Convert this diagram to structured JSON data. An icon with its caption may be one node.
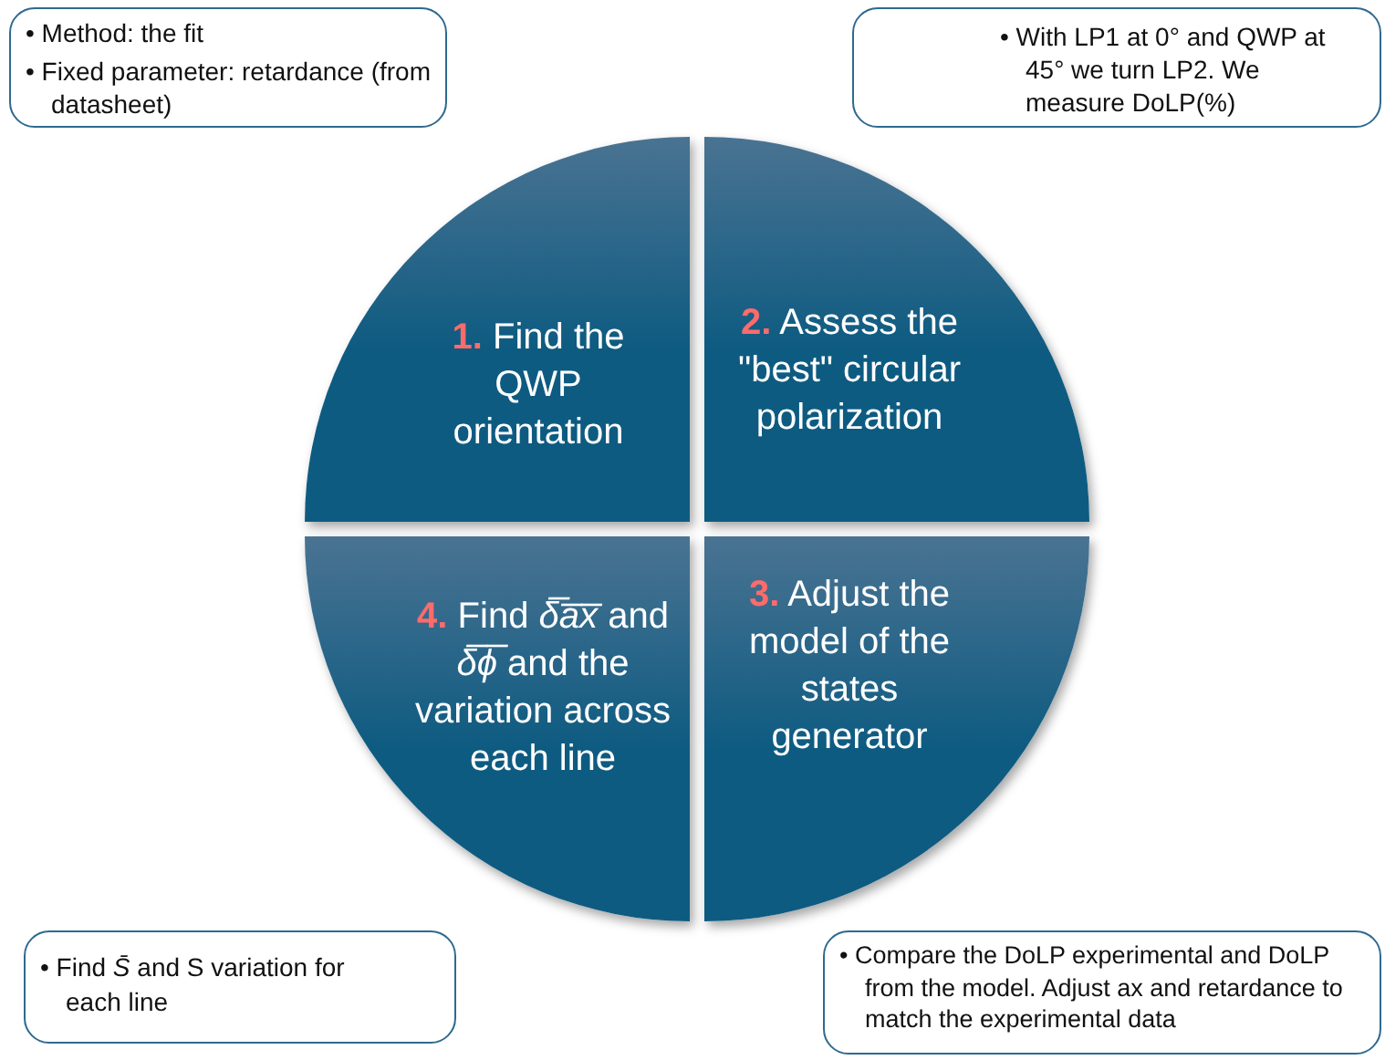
{
  "diagram": {
    "nodes": [
      {
        "text": [
          "• Method: the fit",
          "• Fixed parameter: retardance (from datasheet)"
        ]
      },
      {
        "text": [
          "• With LP1 at 0° and QWP at 45° we turn  LP2. We measure DoLP(%)"
        ]
      },
      {
        "text": [
          "1.",
          "Find the QWP orientation"
        ]
      },
      {
        "text": [
          "2.",
          "Assess the \"best\" circular polarization"
        ]
      },
      {
        "text": [
          "4.",
          "Find *δ̅a̅x̅* and *δ̅ϕ̅* and the variation across each line"
        ]
      },
      {
        "text": [
          "3.",
          "Adjust the model of the states generator"
        ]
      },
      {
        "text": [
          "• Find *S̄* and S variation for each line"
        ]
      },
      {
        "text": [
          "• Compare the DoLP experimental and DoLP from the model. Adjust ax and retardance to match the experimental data"
        ]
      }
    ],
    "edges": []
  }
}
